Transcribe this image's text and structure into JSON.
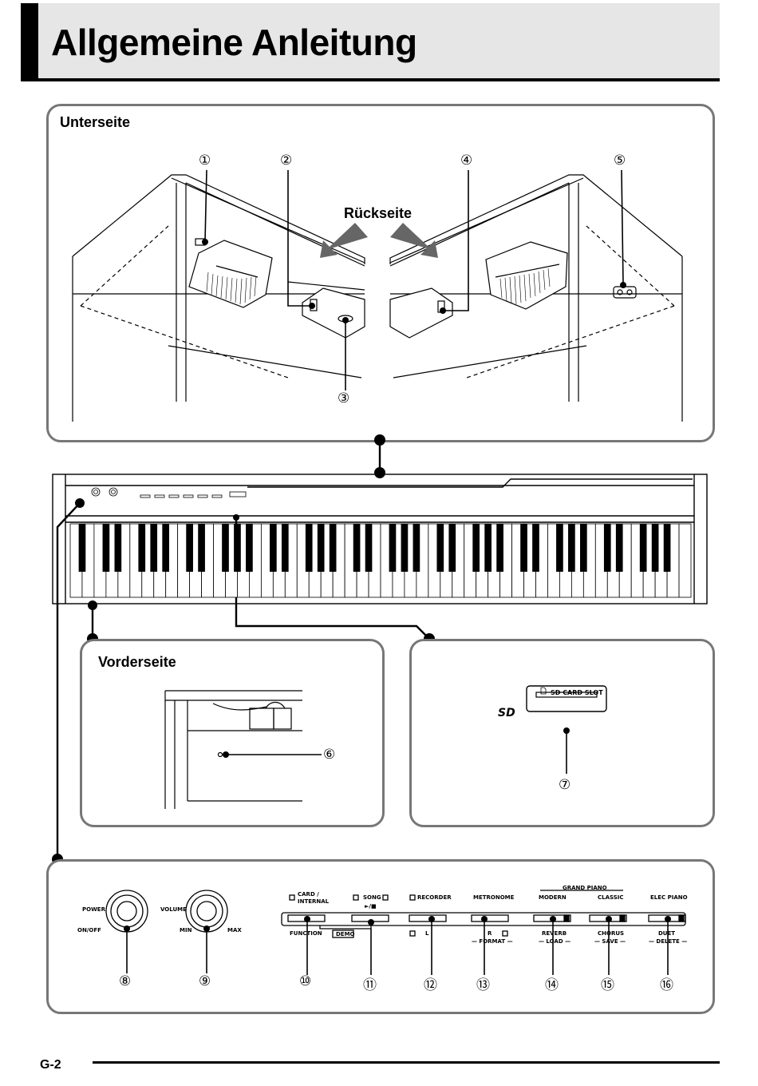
{
  "page": {
    "title": "Allgemeine Anleitung",
    "page_number": "G-2"
  },
  "panels": {
    "bottom_view": {
      "title": "Unterseite",
      "back_label": "Rückseite"
    },
    "front_view": {
      "title": "Vorderseite"
    },
    "sd_view": {
      "slot_label": "SD CARD SLOT",
      "logo": "SD"
    }
  },
  "callouts": [
    "①",
    "②",
    "③",
    "④",
    "⑤",
    "⑥",
    "⑦",
    "⑧",
    "⑨",
    "⑩",
    "⑪",
    "⑫",
    "⑬",
    "⑭",
    "⑮",
    "⑯"
  ],
  "controls": {
    "power": {
      "label": "POWER",
      "sub": "ON/OFF"
    },
    "volume": {
      "label": "VOLUME",
      "min": "MIN",
      "max": "MAX"
    },
    "card_internal": "CARD / INTERNAL",
    "function": "FUNCTION",
    "song": "SONG",
    "play_stop": "►/■",
    "demo": "DEMO",
    "recorder": "RECORDER",
    "l": "L",
    "metronome": "METRONOME",
    "r": "R",
    "format": "— FORMAT —",
    "grand_piano": "GRAND PIANO",
    "modern": "MODERN",
    "classic": "CLASSIC",
    "elec_piano": "ELEC PIANO",
    "reverb": "REVERB",
    "load": "— LOAD —",
    "chorus": "CHORUS",
    "save": "— SAVE —",
    "duet": "DUET",
    "delete": "— DELETE —"
  }
}
